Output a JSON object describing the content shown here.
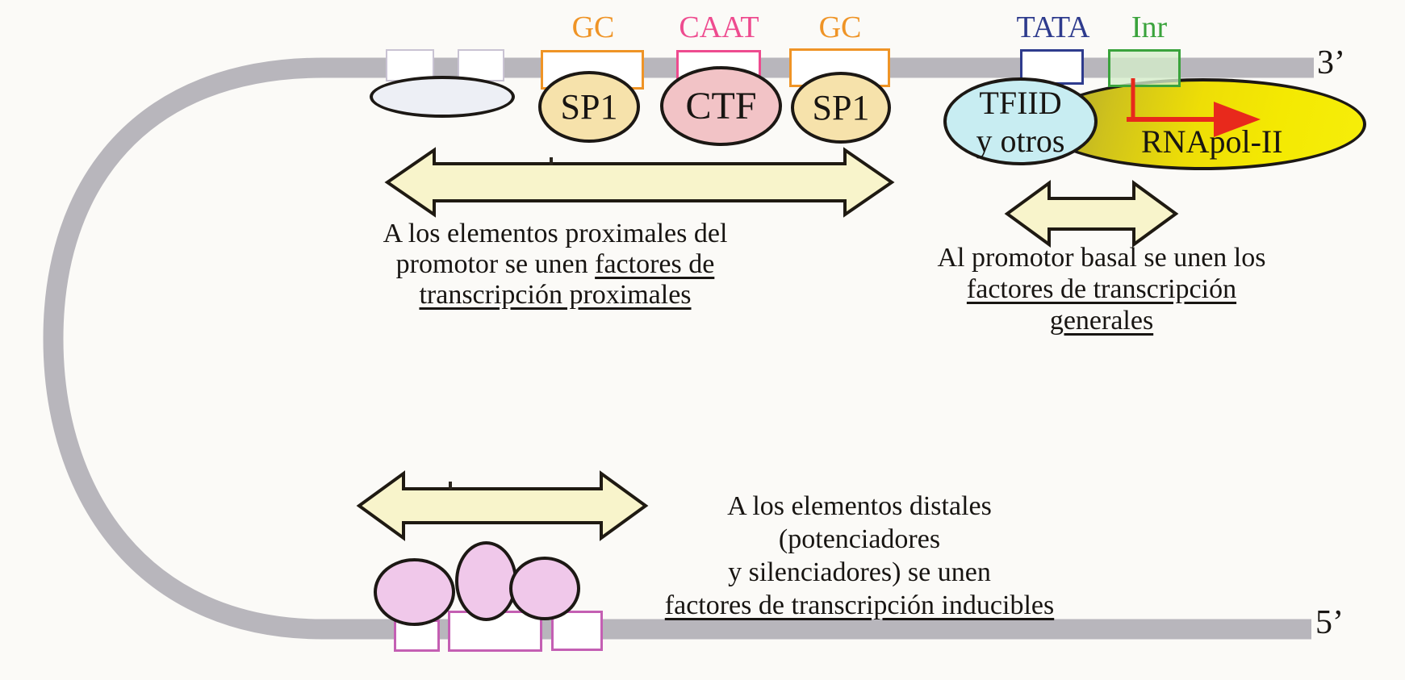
{
  "strand": {
    "color": "#b8b6bc",
    "end_label_top": "3’",
    "end_label_bottom": "5’"
  },
  "promoter_elements": {
    "gc1": {
      "label": "GC",
      "color": "#ef9426"
    },
    "caat": {
      "label": "CAAT",
      "color": "#ee4b8f"
    },
    "gc2": {
      "label": "GC",
      "color": "#ef9426"
    },
    "tata": {
      "label": "TATA",
      "color": "#2e3b8d"
    },
    "inr": {
      "label": "Inr",
      "color": "#3aa33c",
      "fill": "#dcefd5"
    }
  },
  "factors": {
    "sp1a": {
      "label": "SP1",
      "fill": "#f6e2ab"
    },
    "ctf": {
      "label": "CTF",
      "fill": "#f2c3c6"
    },
    "sp1b": {
      "label": "SP1",
      "fill": "#f6e2ab"
    },
    "tfiid": {
      "label_line1": "TFIID",
      "label_line2": "y otros",
      "fill": "#c8edf2"
    },
    "rnapol": {
      "label": "RNApol-II",
      "fill_dark": "#a9a033",
      "fill_bright": "#f6ee0a"
    },
    "inducible_fill": "#f0c8ea",
    "distal_box_color": "#c45fb3"
  },
  "annotations": {
    "proximal": {
      "line1": "A los elementos proximales del",
      "line2_plain": "promotor se unen ",
      "line2_underlined": "factores de",
      "line3_underlined": "transcripción proximales"
    },
    "basal": {
      "line1": "Al promotor basal se unen los",
      "line2_underlined": "factores de transcripción",
      "line3_underlined": "generales"
    },
    "distal": {
      "line1": "A los elementos distales (potenciadores",
      "line2": "y silenciadores) se unen",
      "line3_underlined": "factores de transcripción inducibles"
    }
  },
  "arrows": {
    "fill": "#f8f4cb",
    "outline": "#1f1a12",
    "transcription_red": "#e8291c"
  }
}
